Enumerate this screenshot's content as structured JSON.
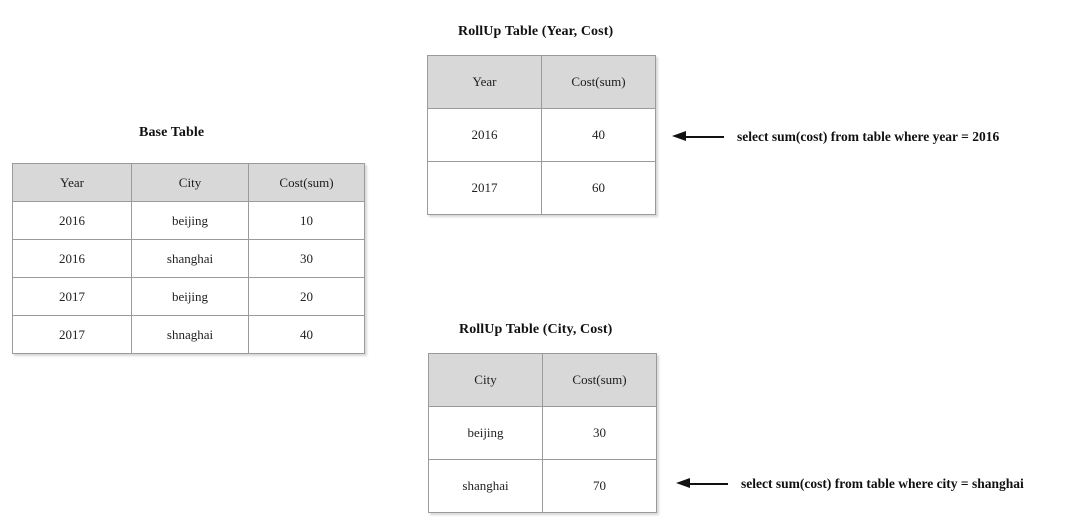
{
  "diagram": {
    "title_hint": "OLAP RollUp illustration",
    "colors": {
      "header_fill": "#d8d8d8",
      "border": "#9b9b9b",
      "text": "#222222",
      "arrow": "#111111"
    }
  },
  "base_table": {
    "title": "Base Table",
    "columns": [
      "Year",
      "City",
      "Cost(sum)"
    ],
    "rows": [
      [
        "2016",
        "beijing",
        "10"
      ],
      [
        "2016",
        "shanghai",
        "30"
      ],
      [
        "2017",
        "beijing",
        "20"
      ],
      [
        "2017",
        "shnaghai",
        "40"
      ]
    ]
  },
  "rollup_year": {
    "title": "RollUp Table (Year, Cost)",
    "columns": [
      "Year",
      "Cost(sum)"
    ],
    "rows": [
      [
        "2016",
        "40"
      ],
      [
        "2017",
        "60"
      ]
    ]
  },
  "rollup_city": {
    "title": "RollUp Table (City, Cost)",
    "columns": [
      "City",
      "Cost(sum)"
    ],
    "rows": [
      [
        "beijing",
        "30"
      ],
      [
        "shanghai",
        "70"
      ]
    ]
  },
  "annotations": {
    "year_query": "select sum(cost) from table where year = 2016",
    "city_query": "select sum(cost) from table where city = shanghai"
  }
}
